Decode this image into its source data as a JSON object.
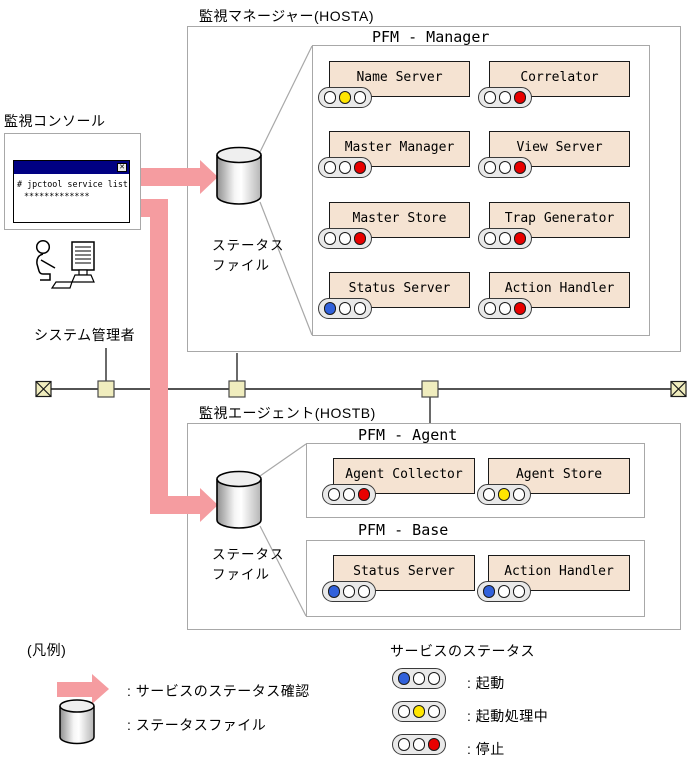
{
  "colors": {
    "blue": "#3161DB",
    "yellow": "#FFE600",
    "red": "#E80000",
    "white": "#FFFFFF",
    "arrow_pink": "#F59CA0",
    "service_fill": "#F5E3D2",
    "connector_fill": "#F0EDBE",
    "titlebar_navy": "#000082"
  },
  "manager": {
    "title": "監視マネージャー(HOSTA)",
    "pfm_label": "PFM - Manager",
    "status_file_label": [
      "ステータス",
      "ファイル"
    ],
    "services": [
      {
        "name": "Name Server",
        "lights": [
          "white",
          "yellow",
          "white"
        ]
      },
      {
        "name": "Correlator",
        "lights": [
          "white",
          "white",
          "red"
        ]
      },
      {
        "name": "Master Manager",
        "lights": [
          "white",
          "white",
          "red"
        ]
      },
      {
        "name": "View Server",
        "lights": [
          "white",
          "white",
          "red"
        ]
      },
      {
        "name": "Master Store",
        "lights": [
          "white",
          "white",
          "red"
        ]
      },
      {
        "name": "Trap Generator",
        "lights": [
          "white",
          "white",
          "red"
        ]
      },
      {
        "name": "Status Server",
        "lights": [
          "blue",
          "white",
          "white"
        ]
      },
      {
        "name": "Action Handler",
        "lights": [
          "white",
          "white",
          "red"
        ]
      }
    ]
  },
  "agent": {
    "title": "監視エージェント(HOSTB)",
    "pfm_agent_label": "PFM - Agent",
    "pfm_base_label": "PFM - Base",
    "status_file_label": [
      "ステータス",
      "ファイル"
    ],
    "agent_services": [
      {
        "name": "Agent Collector",
        "lights": [
          "white",
          "white",
          "red"
        ]
      },
      {
        "name": "Agent Store",
        "lights": [
          "white",
          "yellow",
          "white"
        ]
      }
    ],
    "base_services": [
      {
        "name": "Status Server",
        "lights": [
          "blue",
          "white",
          "white"
        ]
      },
      {
        "name": "Action Handler",
        "lights": [
          "blue",
          "white",
          "white"
        ]
      }
    ]
  },
  "console": {
    "title": "監視コンソール",
    "terminal_line1": "# jpctool service list",
    "terminal_line2": "*************",
    "close_glyph": "✕"
  },
  "network": {
    "admin_label": "システム管理者"
  },
  "legend": {
    "heading": "(凡例)",
    "arrow_label": ": サービスのステータス確認",
    "cylinder_label": ": ステータスファイル",
    "status_heading": "サービスのステータス",
    "statuses": [
      {
        "label": ": 起動",
        "lights": [
          "blue",
          "white",
          "white"
        ]
      },
      {
        "label": ": 起動処理中",
        "lights": [
          "white",
          "yellow",
          "white"
        ]
      },
      {
        "label": ": 停止",
        "lights": [
          "white",
          "white",
          "red"
        ]
      }
    ]
  }
}
